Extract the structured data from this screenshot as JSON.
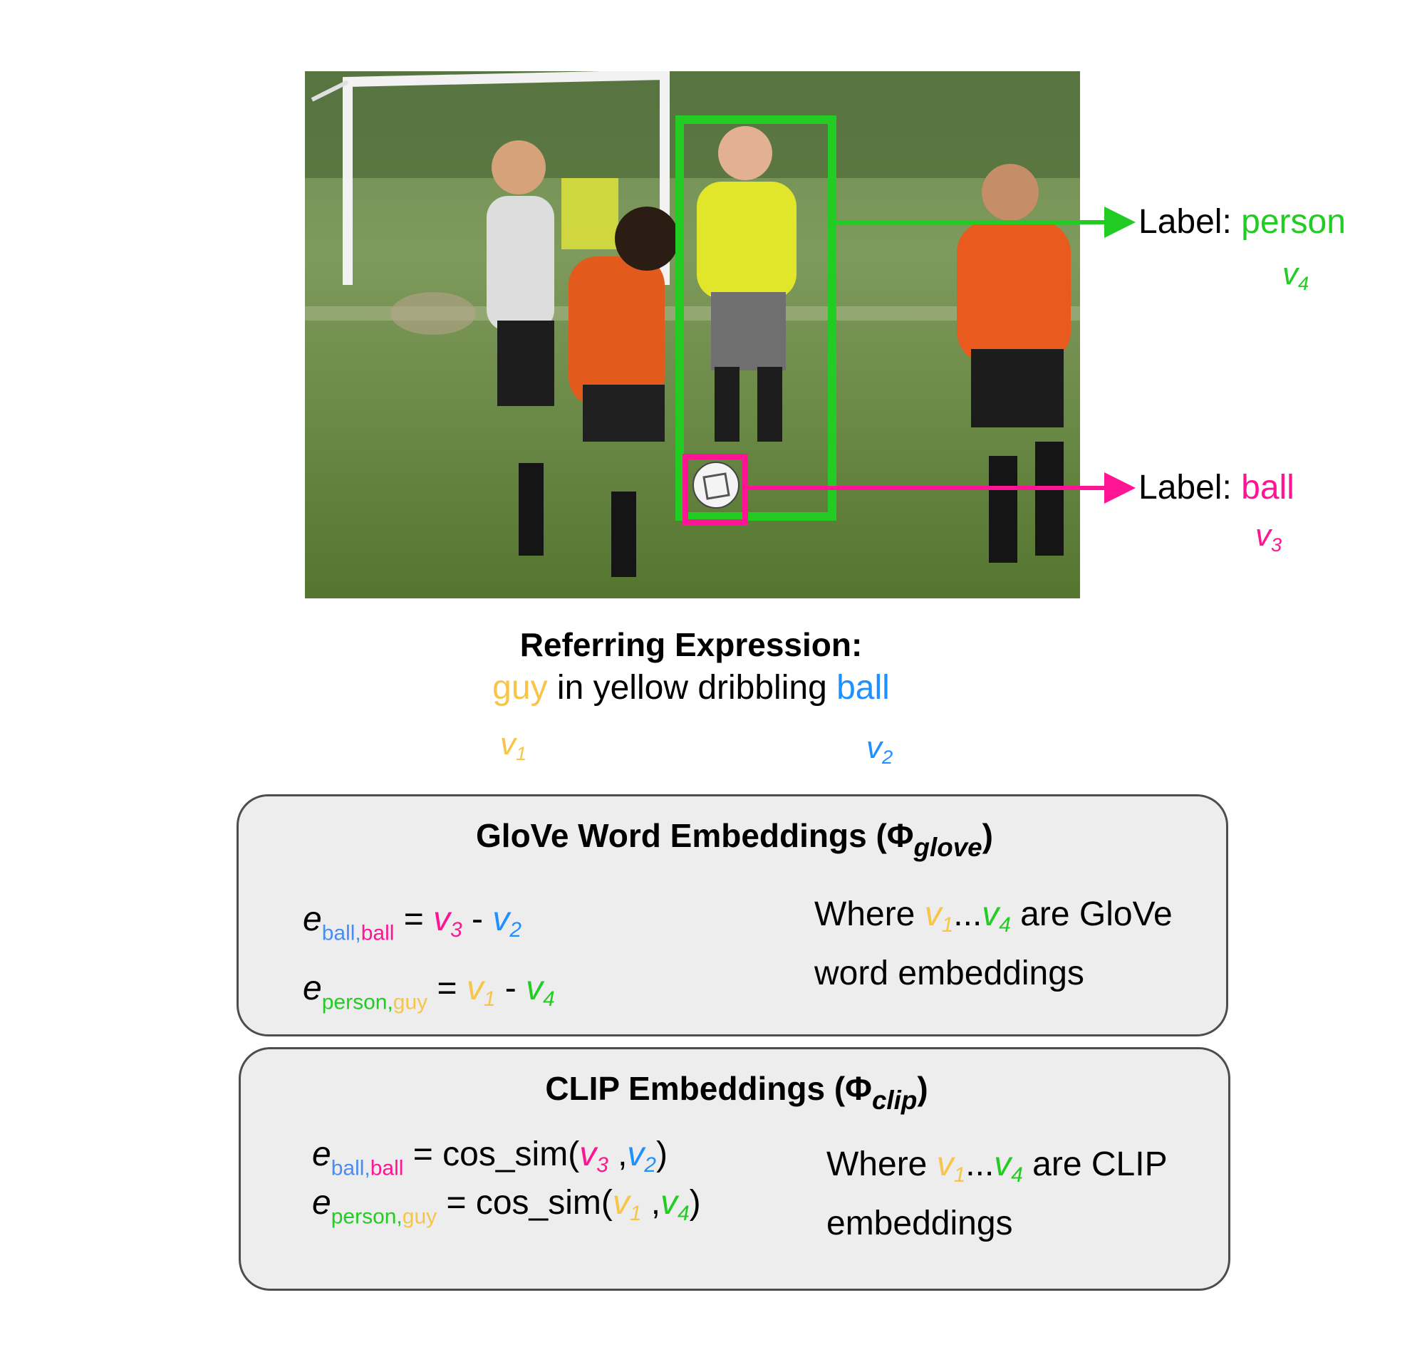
{
  "colors": {
    "person": "#22cc22",
    "ball_label": "#ff1493",
    "guy": "#f7c54a",
    "ball_expr": "#1e90ff",
    "clip_ball_sub": "#4a8cf0"
  },
  "labels": {
    "prefix": "Label: ",
    "person": "person",
    "ball": "ball"
  },
  "vectors": {
    "v": "v",
    "i1": "1",
    "i2": "2",
    "i3": "3",
    "i4": "4"
  },
  "referring_expression": {
    "title": "Referring Expression:",
    "word_guy": "guy",
    "middle": " in yellow dribbling ",
    "word_ball": "ball"
  },
  "glove": {
    "title_main": "GloVe Word Embeddings (Φ",
    "title_sub": "glove",
    "title_close": ")",
    "eq1_e": "e",
    "eq1_sub_a": "ball,",
    "eq1_sub_b": "ball",
    "eq1_rhs_eq": " = ",
    "eq1_minus": " - ",
    "eq2_e": "e",
    "eq2_sub_a": "person,",
    "eq2_sub_b": "guy",
    "eq2_rhs_eq": " = ",
    "eq2_minus": " - ",
    "where_1": "Where ",
    "where_dots": "...",
    "where_2": " are GloVe",
    "where_3": "word embeddings"
  },
  "clip": {
    "title_main": "CLIP Embeddings (Φ",
    "title_sub": "clip",
    "title_close": ")",
    "eq1_e": "e",
    "eq1_sub_a": "ball,",
    "eq1_sub_b": "ball",
    "eq1_fn": " = cos_sim(",
    "comma": " ,",
    "close": ")",
    "eq2_e": "e",
    "eq2_sub_a": "person,",
    "eq2_sub_b": "guy",
    "eq2_fn": " = cos_sim(",
    "where_1": "Where ",
    "where_dots": "...",
    "where_2": " are CLIP",
    "where_3": "embeddings"
  }
}
